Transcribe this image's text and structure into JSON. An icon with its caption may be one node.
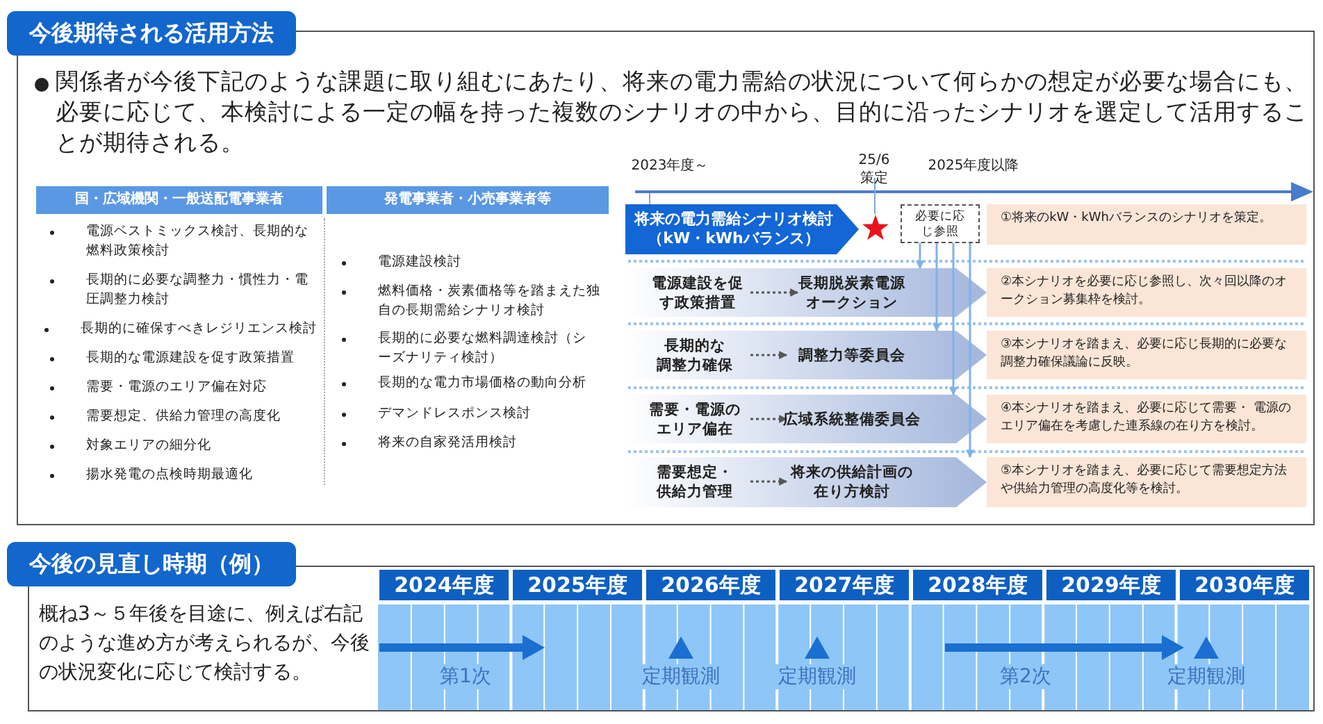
{
  "diagram": {
    "nodes": [
      {
        "text": [
          "今後期待される活用方法"
        ]
      },
      {
        "text": [
          "将来の電力需給シナリオ検討（kW・kWhバランス）"
        ],
        "in": 0
      },
      {
        "text": [
          "必要に応じ参照"
        ],
        "in": 0
      },
      {
        "text": [
          "①将来のkW・kWhバランスのシナリオを策定。"
        ],
        "in": 0
      },
      {
        "text": [],
        "shape": "chevron",
        "in": 0
      },
      {
        "text": [
          "電源建設を促す政策措置"
        ],
        "in": 4
      },
      {
        "text": [
          "長期脱炭素電源オークション"
        ],
        "in": 4
      },
      {
        "text": [
          "②本シナリオを必要に応じ参照し、次々回以降のオークション募集枠を検討。"
        ],
        "in": 0
      },
      {
        "text": [],
        "shape": "chevron",
        "in": 0
      },
      {
        "text": [
          "長期的な調整力確保"
        ],
        "in": 8
      },
      {
        "text": [
          "調整力等委員会"
        ],
        "in": 8
      },
      {
        "text": [
          "③本シナリオを踏まえ、必要に応じ長期的に必要な調整力確保議論に反映。"
        ],
        "in": 0
      },
      {
        "text": [],
        "shape": "chevron",
        "in": 0
      },
      {
        "text": [
          "需要・電源のエリア偏在"
        ],
        "in": 12
      },
      {
        "text": [
          "広域系統整備委員会"
        ],
        "in": 12
      },
      {
        "text": [
          "④本シナリオを踏まえ、必要に応じて需要・ 電源のエリア偏在を考慮した連系線の在り方を検討。"
        ],
        "in": 0
      },
      {
        "text": [],
        "shape": "chevron",
        "in": 0
      },
      {
        "text": [
          "需要想定・供給力管理"
        ],
        "in": 16
      },
      {
        "text": [
          "将来の供給計画の在り方検討"
        ],
        "in": 16
      },
      {
        "text": [
          "⑤本シナリオを踏まえ、必要に応じて需要想定方法や供給力管理の高度化等を検討。"
        ],
        "in": 0
      },
      {
        "text": [
          "今後の見直し時期（例）"
        ]
      }
    ],
    "edges": [
      {
        "from": 2,
        "to": 4,
        "arrow": "to",
        "color": "#7fb2e8"
      },
      {
        "from": 2,
        "to": 8,
        "arrow": "to",
        "color": "#7fb2e8"
      },
      {
        "from": 2,
        "to": 12,
        "arrow": "to",
        "color": "#7fb2e8"
      },
      {
        "from": 2,
        "to": 16,
        "arrow": "to",
        "color": "#7fb2e8"
      },
      {
        "from": 5,
        "to": 6,
        "arrow": "to",
        "style": "dashed",
        "color": "#555555"
      },
      {
        "from": 9,
        "to": 10,
        "arrow": "to",
        "style": "dashed",
        "color": "#555555"
      },
      {
        "from": 13,
        "to": 14,
        "arrow": "to",
        "style": "dashed",
        "color": "#555555"
      },
      {
        "from": 17,
        "to": 18,
        "arrow": "to",
        "style": "dashed",
        "color": "#555555"
      }
    ],
    "labels": [
      "関係者が今後下記のような課題に取り組むにあたり、将来の電力需給の状況について何らかの想定が必要な場合にも、必要に応じて、本検討による一定の幅を持った複数のシナリオの中から、目的に沿ったシナリオを選定して活用することが期待される。",
      "国・広域機関・一般送配電事業者",
      "発電事業者・小売事業者等",
      "電源ベストミックス検討、長期的な燃料政策検討",
      "長期的に必要な調整力・慣性力・電圧調整力検討",
      "長期的に確保すべきレジリエンス検討",
      "長期的な電源建設を促す政策措置",
      "需要・電源のエリア偏在対応",
      "需要想定、供給力管理の高度化",
      "対象エリアの細分化",
      "揚水発電の点検時期最適化",
      "電源建設検討",
      "燃料価格・炭素価格等を踏まえた独自の長期需給シナリオ検討",
      "長期的に必要な燃料調達検討（シーズナリティ検討）",
      "長期的な電力市場価格の動向分析",
      "デマンドレスポンス検討",
      "将来の自家発活用検討",
      "2023年度～",
      "25/6",
      "策定",
      "2025年度以降",
      "概ね3～５年後を目途に、例えば右記のような進め方が考えられるが、今後の状況変化に応じて検討する。",
      "2024年度",
      "2025年度",
      "2026年度",
      "2027年度",
      "2028年度",
      "2029年度",
      "2030年度",
      "第1次",
      "定期観測",
      "定期観測",
      "第2次",
      "定期観測"
    ]
  }
}
